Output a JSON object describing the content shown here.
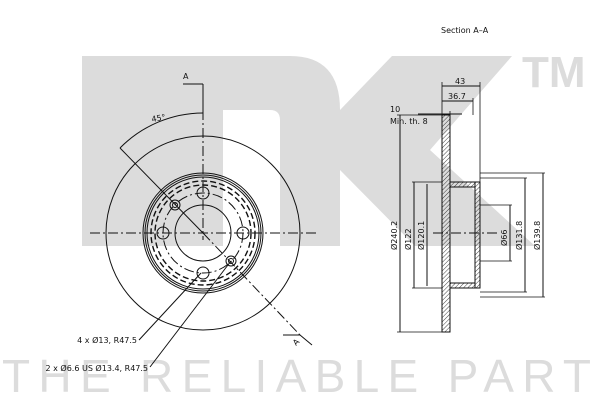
{
  "title": "Section A–A",
  "watermark": {
    "logo": "NK",
    "trademark": "TM",
    "tagline": "THE RELIABLE PART",
    "color": "#dcdcdc"
  },
  "front_view": {
    "section_marker_top": "A",
    "section_marker_bottom": "A",
    "angle": "45°",
    "notes": [
      "4 x Ø13, R47.5",
      "2 x Ø6.6 US Ø13.4, R47.5"
    ]
  },
  "section_view": {
    "dims_horizontal": [
      "43",
      "36.7",
      "10"
    ],
    "min_thickness": "Min. th. 8",
    "dims_vertical": [
      "Ø240.2",
      "Ø122",
      "Ø120.1",
      "Ø66",
      "Ø131.8",
      "Ø139.8"
    ]
  }
}
